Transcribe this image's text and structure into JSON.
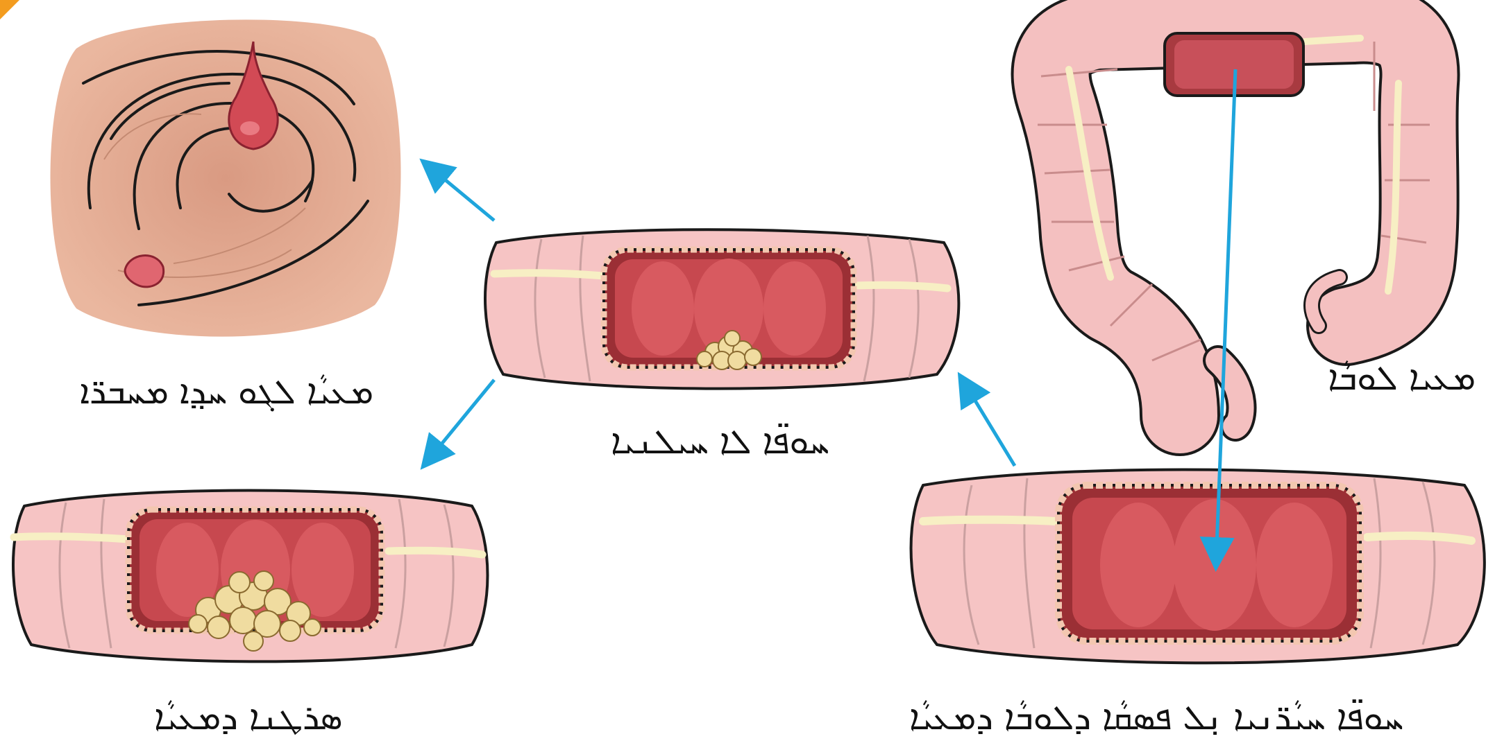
{
  "labels": {
    "whole_colon": "ܡܥܝܐ ܠܘܒܵܐ",
    "polyp_view": "ܡܥܝܵܐ ܠܓܘ ܚܕ݂ܐ ܡܚܒܪ̈ܐ",
    "small_tumor": "ܚܘܦ̈ܐ ܠܐ ܚܝܠܢܝܐ",
    "healthy_section": "ܚܘܦ̈ܐ ܚܝܵܪ̈ܢܝܐ ܢ݂ܠ ܦܣܩܵܐ ܕܠܘܒܵܐ ܕܡܥܝܵܐ",
    "cancer_section": "ܣܪܛܢܐ ܕܡܥܝܵܐ"
  },
  "colors": {
    "arrow": "#1fa5dc",
    "tissue_pink": "#f4c2c2",
    "tissue_outline": "#1a1a1a",
    "lumen_red": "#c0484c",
    "lumen_dark": "#9b2f35",
    "fat_stripe": "#f7efc4",
    "tumor_yellow": "#f0dca0",
    "polyp_bg": "#e8b39b",
    "polyp_red": "#d24a55"
  }
}
